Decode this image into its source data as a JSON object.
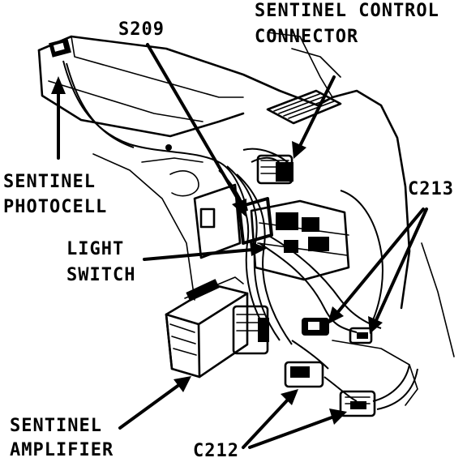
{
  "labels": {
    "s209": "S209",
    "sentinel_control_connector_line1": "SENTINEL CONTROL",
    "sentinel_control_connector_line2": "CONNECTOR",
    "sentinel_photocell_line1": "SENTINEL",
    "sentinel_photocell_line2": "PHOTOCELL",
    "c213": "C213",
    "light_switch_line1": "LIGHT",
    "light_switch_line2": "SWITCH",
    "sentinel_amplifier_line1": "SENTINEL",
    "sentinel_amplifier_line2": "AMPLIFIER",
    "c212": "C212"
  }
}
